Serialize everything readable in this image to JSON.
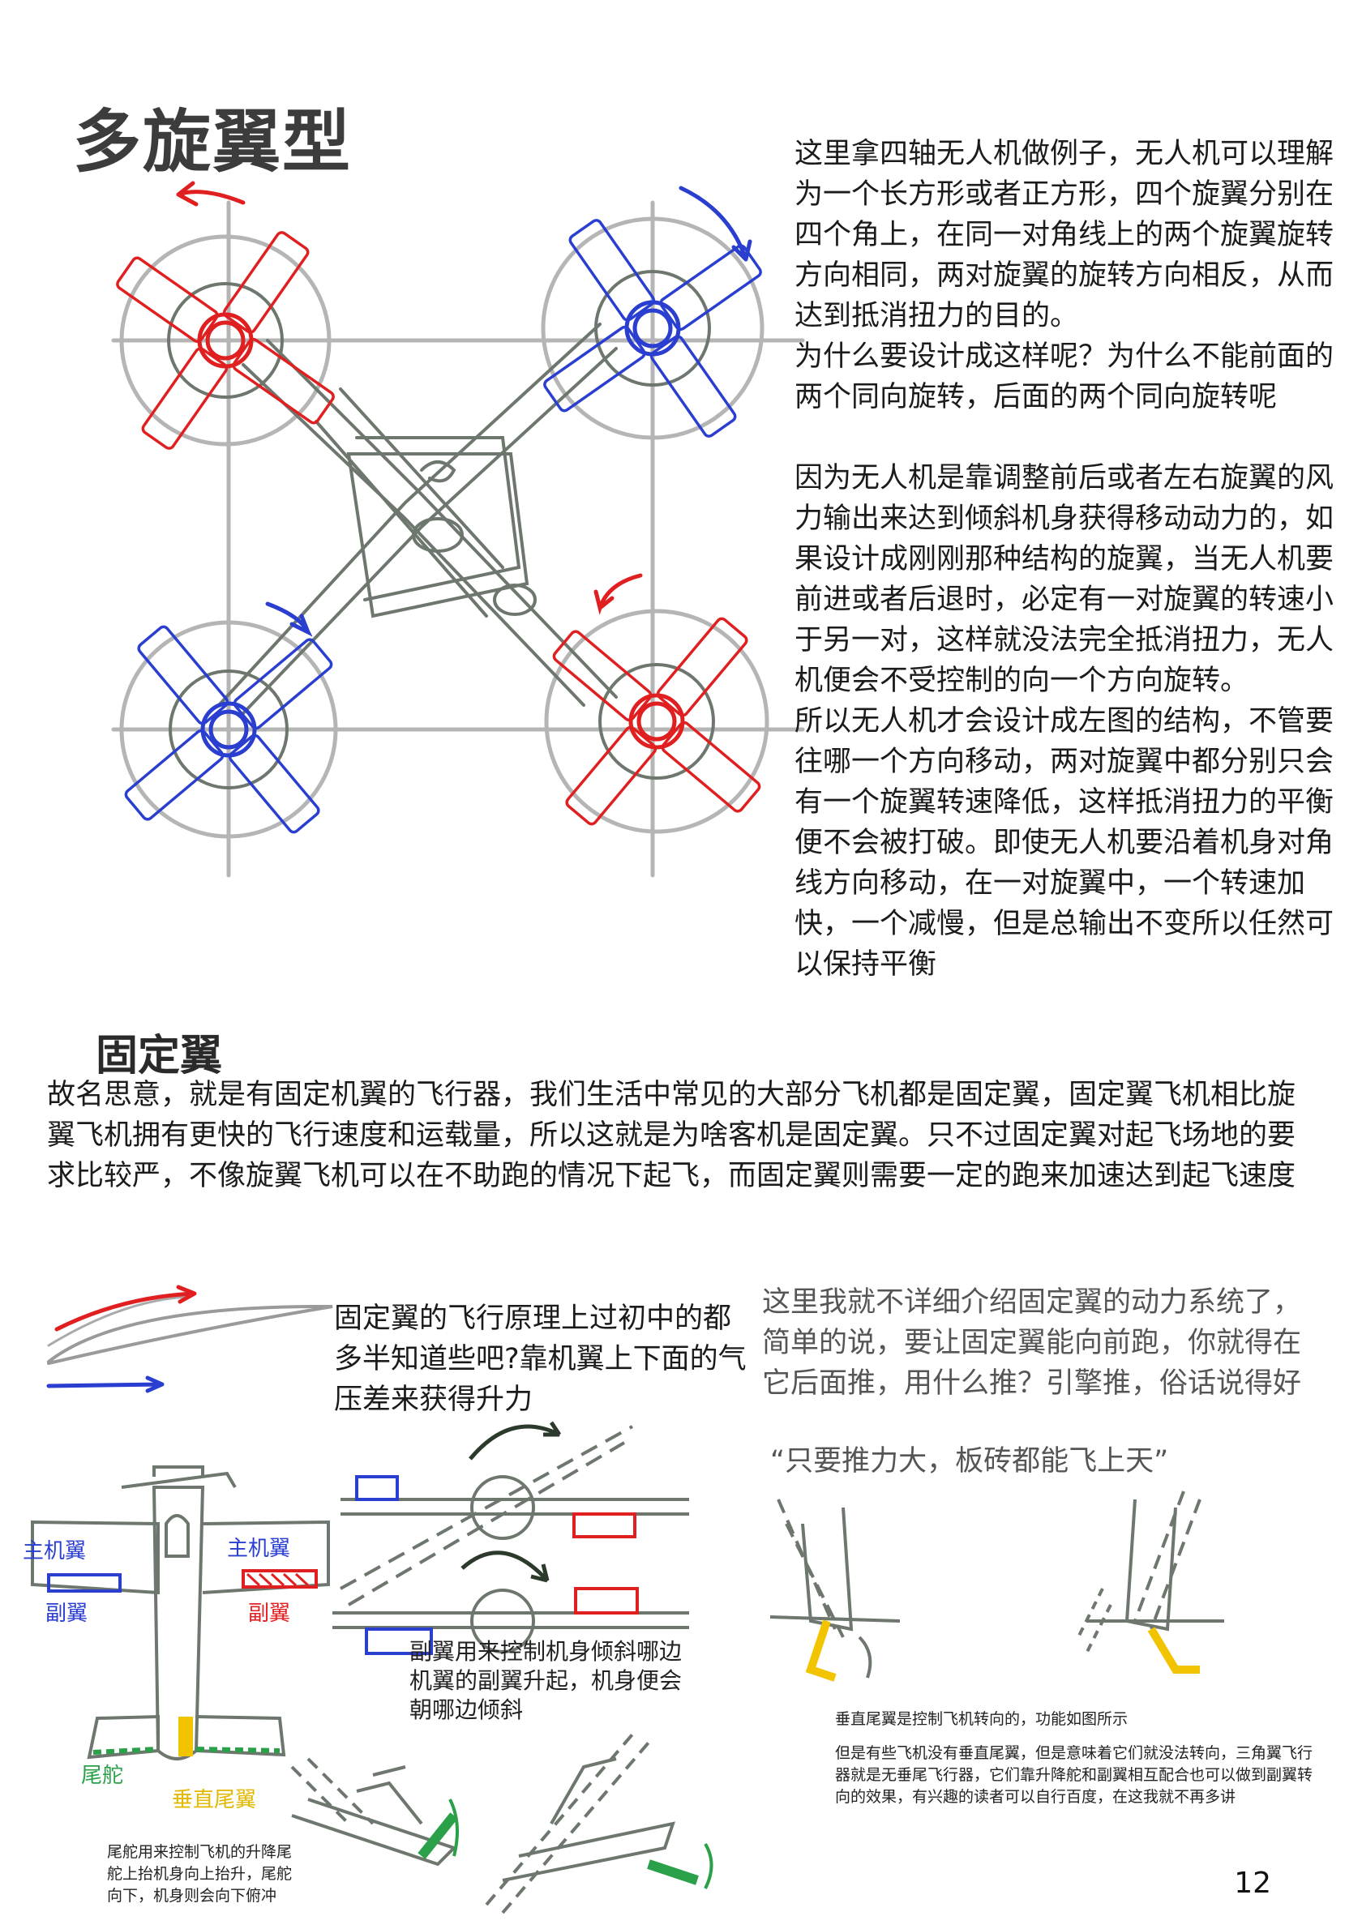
{
  "page": {
    "title": "多旋翼型",
    "page_number": "12",
    "colors": {
      "red": "#e02020",
      "blue": "#2a3ed0",
      "grey": "#707a70",
      "yellow": "#f2c400",
      "green": "#2aa048"
    }
  },
  "multirotor": {
    "paragraphs": [
      "这里拿四轴无人机做例子，无人机可以理解为一个长方形或者正方形，四个旋翼分别在四个角上，在同一对角线上的两个旋翼旋转方向相同，两对旋翼的旋转方向相反，从而达到抵消扭力的目的。",
      "为什么要设计成这样呢？为什么不能前面的两个同向旋转，后面的两个同向旋转呢",
      "因为无人机是靠调整前后或者左右旋翼的风力输出来达到倾斜机身获得移动动力的，如果设计成刚刚那种结构的旋翼，当无人机要前进或者后退时，必定有一对旋翼的转速小于另一对，这样就没法完全抵消扭力，无人机便会不受控制的向一个方向旋转。",
      "所以无人机才会设计成左图的结构，不管要往哪一个方向移动，两对旋翼中都分别只会有一个旋翼转速降低，这样抵消扭力的平衡便不会被打破。即使无人机要沿着机身对角线方向移动，在一对旋翼中，一个转速加快，一个减慢，但是总输出不变所以任然可以保持平衡"
    ]
  },
  "fixedwing": {
    "title": "固定翼",
    "intro": "故名思意，就是有固定机翼的飞行器，我们生活中常见的大部分飞机都是固定翼，固定翼飞机相比旋翼飞机拥有更快的飞行速度和运载量，所以这就是为啥客机是固定翼。只不过固定翼对起飞场地的要求比较严，不像旋翼飞机可以在不助跑的情况下起飞，而固定翼则需要一定的跑来加速达到起飞速度",
    "lift_note": "固定翼的飞行原理上过初中的都多半知道些吧?靠机翼上下面的气压差来获得升力",
    "power_note": "这里我就不详细介绍固定翼的动力系统了，简单的说，要让固定翼能向前跑，你就得在它后面推，用什么推？引擎推，俗话说得好",
    "quote": "“只要推力大，板砖都能飞上天”",
    "labels": {
      "main_wing_left": "主机翼",
      "main_wing_right": "主机翼",
      "aileron_left": "副翼",
      "aileron_right": "副翼",
      "elevator": "尾舵",
      "vertical_tail": "垂直尾翼"
    },
    "aileron_note": "副翼用来控制机身倾斜哪边机翼的副翼升起，机身便会朝哪边倾斜",
    "elevator_note": "尾舵用来控制飞机的升降尾舵上抬机身向上抬升，尾舵向下，机身则会向下俯冲",
    "tail_note": "垂直尾翼是控制飞机转向的，功能如图所示",
    "tail_note2": "但是有些飞机没有垂直尾翼，但是意味着它们就没法转向，三角翼飞行器就是无垂尾飞行器，它们靠升降舵和副翼相互配合也可以做到副翼转向的效果，有兴趣的读者可以自行百度，在这我就不再多讲"
  }
}
